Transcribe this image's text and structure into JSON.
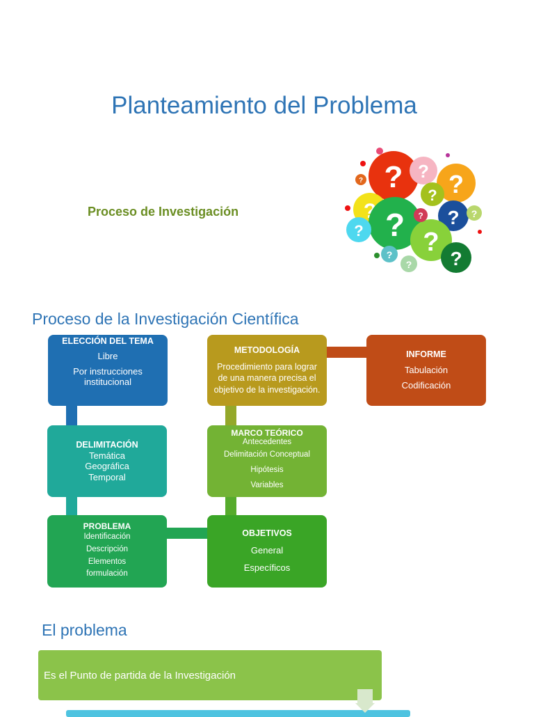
{
  "page": {
    "title": "Planteamiento del Problema",
    "subtitle": "Proceso de Investigación",
    "section1_heading": "Proceso de la Investigación Científica",
    "section2_heading": "El problema"
  },
  "diagram": {
    "eleccion": {
      "title": "ELECCIÓN DEL TEMA",
      "lines": [
        "Libre",
        "Por instrucciones institucional"
      ],
      "color": "#1f6fb2"
    },
    "delimitacion": {
      "title": "DELIMITACIÓN",
      "lines": [
        "Temática",
        "Geográfica",
        "Temporal"
      ],
      "color": "#20a99a"
    },
    "problema": {
      "title": "PROBLEMA",
      "lines": [
        "Identificación",
        "Descripción",
        "Elementos",
        "formulación"
      ],
      "color": "#22a553"
    },
    "objetivos": {
      "title": "OBJETIVOS",
      "lines": [
        "General",
        "Específicos"
      ],
      "color": "#3aa526"
    },
    "marco": {
      "title": "MARCO TEÓRICO",
      "lines": [
        "Antecedentes",
        "Delimitación Conceptual",
        "Hipótesis",
        "Variables"
      ],
      "color": "#73b334"
    },
    "metodologia": {
      "title": "METODOLOGÍA",
      "lines": [
        "Procedimiento para lograr de una manera precisa el objetivo de la investigación."
      ],
      "color": "#b89a1e"
    },
    "informe": {
      "title": "INFORME",
      "lines": [
        "Tabulación",
        "Codificación"
      ],
      "color": "#c04c17"
    }
  },
  "problema_section": {
    "banner_text": "Es el Punto de partida de la Investigación",
    "banner_color": "#8bc34a"
  },
  "image": {
    "icon": "question-marks-illustration"
  }
}
